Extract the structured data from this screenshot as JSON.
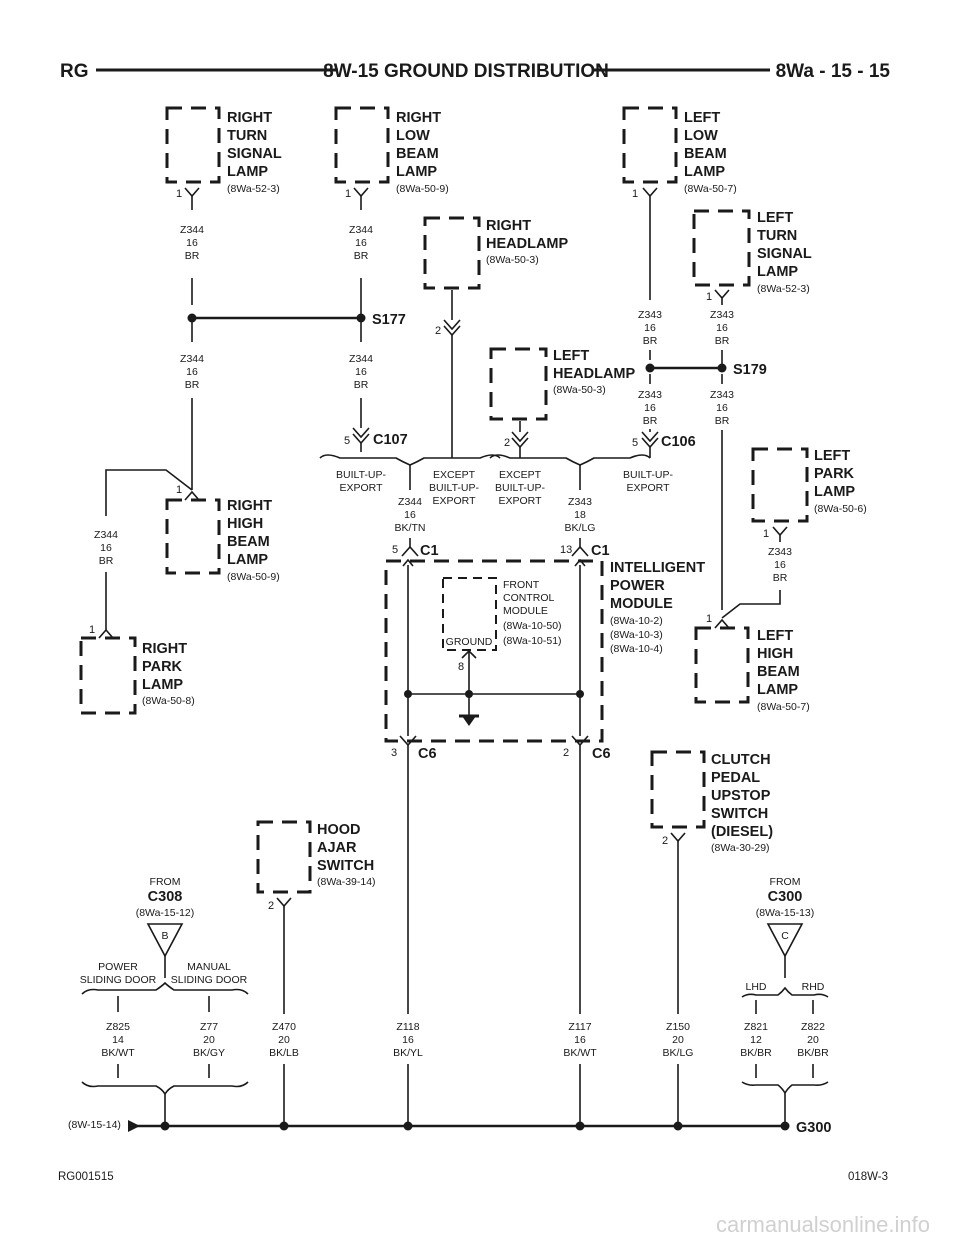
{
  "header": {
    "left": "RG",
    "title": "8W-15 GROUND DISTRIBUTION",
    "right": "8Wa - 15 - 15"
  },
  "components": {
    "right_turn_signal_lamp": {
      "lines": [
        "RIGHT",
        "TURN",
        "SIGNAL",
        "LAMP"
      ],
      "ref": "(8Wa-52-3)",
      "pin": "1"
    },
    "right_low_beam_lamp": {
      "lines": [
        "RIGHT",
        "LOW",
        "BEAM",
        "LAMP"
      ],
      "ref": "(8Wa-50-9)",
      "pin": "1"
    },
    "left_low_beam_lamp": {
      "lines": [
        "LEFT",
        "LOW",
        "BEAM",
        "LAMP"
      ],
      "ref": "(8Wa-50-7)",
      "pin": "1"
    },
    "right_headlamp": {
      "lines": [
        "RIGHT",
        "HEADLAMP"
      ],
      "ref": "(8Wa-50-3)",
      "pin": "2"
    },
    "left_turn_signal_lamp": {
      "lines": [
        "LEFT",
        "TURN",
        "SIGNAL",
        "LAMP"
      ],
      "ref": "(8Wa-52-3)",
      "pin": "1"
    },
    "left_headlamp": {
      "lines": [
        "LEFT",
        "HEADLAMP"
      ],
      "ref": "(8Wa-50-3)",
      "pin": "2"
    },
    "right_high_beam_lamp": {
      "lines": [
        "RIGHT",
        "HIGH",
        "BEAM",
        "LAMP"
      ],
      "ref": "(8Wa-50-9)",
      "pin": "1"
    },
    "right_park_lamp": {
      "lines": [
        "RIGHT",
        "PARK",
        "LAMP"
      ],
      "ref": "(8Wa-50-8)",
      "pin": "1"
    },
    "left_park_lamp": {
      "lines": [
        "LEFT",
        "PARK",
        "LAMP"
      ],
      "ref": "(8Wa-50-6)",
      "pin": "1"
    },
    "left_high_beam_lamp": {
      "lines": [
        "LEFT",
        "HIGH",
        "BEAM",
        "LAMP"
      ],
      "ref": "(8Wa-50-7)",
      "pin": "1"
    },
    "intelligent_power_module": {
      "lines": [
        "INTELLIGENT",
        "POWER",
        "MODULE"
      ],
      "refs": [
        "(8Wa-10-2)",
        "(8Wa-10-3)",
        "(8Wa-10-4)"
      ]
    },
    "front_control_module": {
      "lines": [
        "FRONT",
        "CONTROL",
        "MODULE",
        "(8Wa-10-50)",
        "(8Wa-10-51)"
      ],
      "ground_label": "GROUND",
      "pin": "8"
    },
    "clutch_pedal_upstop_switch": {
      "lines": [
        "CLUTCH",
        "PEDAL",
        "UPSTOP",
        "SWITCH",
        "(DIESEL)"
      ],
      "ref": "(8Wa-30-29)",
      "pin": "2"
    },
    "hood_ajar_switch": {
      "lines": [
        "HOOD",
        "AJAR",
        "SWITCH"
      ],
      "ref": "(8Wa-39-14)",
      "pin": "2"
    }
  },
  "splices": {
    "s177": "S177",
    "s179": "S179"
  },
  "connectors": {
    "c107": {
      "name": "C107",
      "pin": "5"
    },
    "c107_rh": {
      "pin": "2"
    },
    "c106": {
      "name": "C106",
      "pin": "5"
    },
    "c1_left": {
      "name": "C1",
      "pin": "5"
    },
    "c1_right": {
      "name": "C1",
      "pin": "13"
    },
    "c6_left": {
      "name": "C6",
      "pin": "3"
    },
    "c6_right": {
      "name": "C6",
      "pin": "2"
    },
    "ipm_left_hidden": {
      "pin": "2"
    }
  },
  "wires": {
    "z344_rts": [
      "Z344",
      "16",
      "BR"
    ],
    "z344_rlb": [
      "Z344",
      "16",
      "BR"
    ],
    "z344_below_left": [
      "Z344",
      "16",
      "BR"
    ],
    "z344_below_s177": [
      "Z344",
      "16",
      "BR"
    ],
    "z344_rpark": [
      "Z344",
      "16",
      "BR"
    ],
    "z344_bktn": [
      "Z344",
      "16",
      "BK/TN"
    ],
    "z343_llb": [
      "Z343",
      "16",
      "BR"
    ],
    "z343_lts": [
      "Z343",
      "16",
      "BR"
    ],
    "z343_below_left": [
      "Z343",
      "16",
      "BR"
    ],
    "z343_below_s179": [
      "Z343",
      "16",
      "BR"
    ],
    "z343_bklg": [
      "Z343",
      "18",
      "BK/LG"
    ],
    "z343_lpark": [
      "Z343",
      "16",
      "BR"
    ],
    "z825": [
      "Z825",
      "14",
      "BK/WT"
    ],
    "z77": [
      "Z77",
      "20",
      "BK/GY"
    ],
    "z470": [
      "Z470",
      "20",
      "BK/LB"
    ],
    "z118": [
      "Z118",
      "16",
      "BK/YL"
    ],
    "z117": [
      "Z117",
      "16",
      "BK/WT"
    ],
    "z150": [
      "Z150",
      "20",
      "BK/LG"
    ],
    "z821": [
      "Z821",
      "12",
      "BK/BR"
    ],
    "z822": [
      "Z822",
      "20",
      "BK/BR"
    ]
  },
  "options": {
    "c107_left": [
      "BUILT-UP-",
      "EXPORT"
    ],
    "c107_right": [
      "EXCEPT",
      "BUILT-UP-",
      "EXPORT"
    ],
    "c106_left": [
      "EXCEPT",
      "BUILT-UP-",
      "EXPORT"
    ],
    "c106_right": [
      "BUILT-UP-",
      "EXPORT"
    ],
    "c308_left": [
      "POWER",
      "SLIDING DOOR"
    ],
    "c308_right": [
      "MANUAL",
      "SLIDING DOOR"
    ],
    "c300_left": "LHD",
    "c300_right": "RHD"
  },
  "from_c308": {
    "from": "FROM",
    "name": "C308",
    "ref": "(8Wa-15-12)",
    "letter": "B"
  },
  "from_c300": {
    "from": "FROM",
    "name": "C300",
    "ref": "(8Wa-15-13)",
    "letter": "C"
  },
  "ground": {
    "name": "G300",
    "ref": "(8W-15-14)"
  },
  "footer": {
    "left": "RG001515",
    "right": "018W-3"
  },
  "watermark": "carmanualsonline.info"
}
